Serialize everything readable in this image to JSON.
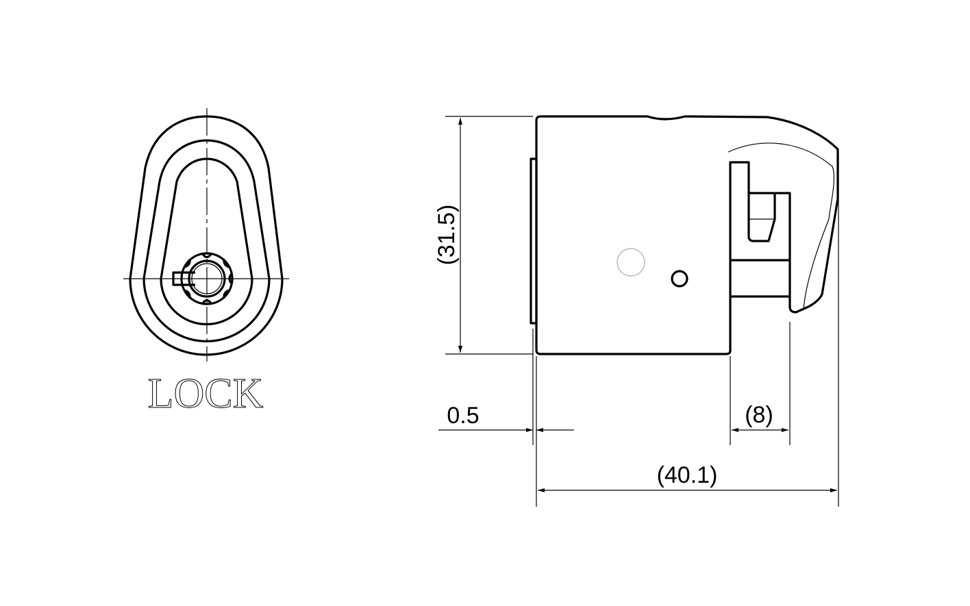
{
  "front_view": {
    "label": "LOCK"
  },
  "side_view": {
    "dimensions": {
      "height": "(31.5)",
      "flange": "0.5",
      "cam_width": "(8)",
      "overall_length": "(40.1)"
    }
  },
  "colors": {
    "line": "#000000",
    "hidden_circle": "#bbbbbb"
  }
}
